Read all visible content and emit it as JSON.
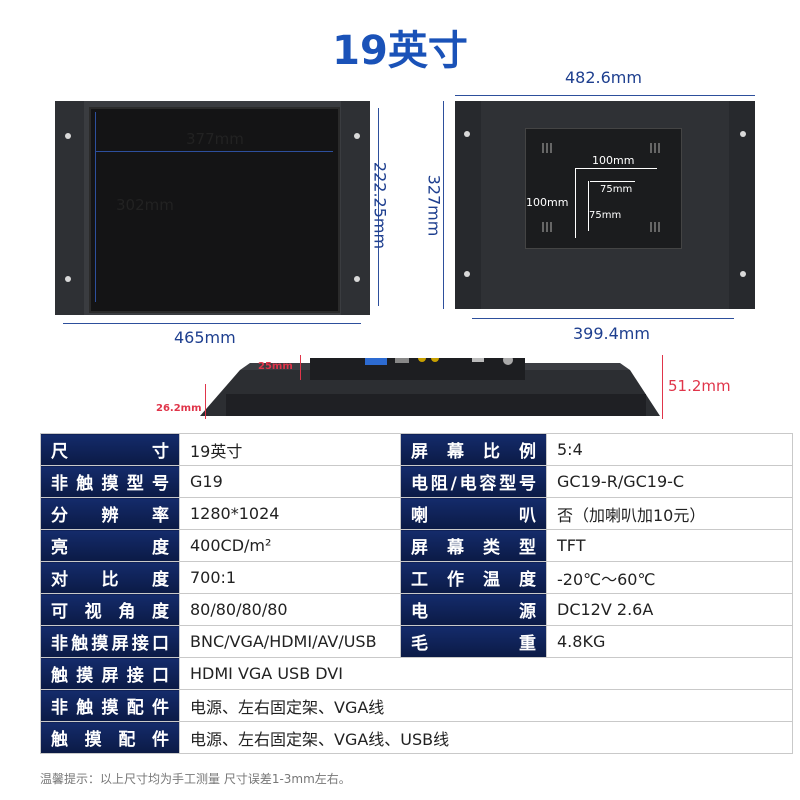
{
  "title": "19英寸",
  "front": {
    "width_dim": "377mm",
    "height_dim": "302mm",
    "side_dim": "222.25mm",
    "bottom_dim": "465mm"
  },
  "back": {
    "top_dim": "482.6mm",
    "left_dim": "327mm",
    "bottom_dim": "399.4mm",
    "vesa_h1": "100mm",
    "vesa_h2": "75mm",
    "vesa_v1": "100mm",
    "vesa_v2": "75mm"
  },
  "side": {
    "depth1": "25mm",
    "depth2": "26.2mm",
    "depth3": "51.2mm"
  },
  "specs": [
    {
      "k1": "尺寸",
      "v1": "19英寸",
      "k2": "屏幕比例",
      "v2": "5:4"
    },
    {
      "k1": "非触摸型号",
      "v1": "G19",
      "k2": "电阻/电容型号",
      "v2": "GC19-R/GC19-C"
    },
    {
      "k1": "分辨率",
      "v1": "1280*1024",
      "k2": "喇叭",
      "v2": "否（加喇叭加10元）"
    },
    {
      "k1": "亮度",
      "v1": "400CD/m²",
      "k2": "屏幕类型",
      "v2": "TFT"
    },
    {
      "k1": "对比度",
      "v1": "700:1",
      "k2": "工作温度",
      "v2": "-20℃～60℃"
    },
    {
      "k1": "可视角度",
      "v1": "80/80/80/80",
      "k2": "电源",
      "v2": "DC12V  2.6A"
    },
    {
      "k1": "非触摸屏接口",
      "v1": "BNC/VGA/HDMI/AV/USB",
      "k2": "毛重",
      "v2": "4.8KG"
    }
  ],
  "wide_specs": [
    {
      "k": "触摸屏接口",
      "v": "HDMI  VGA  USB  DVI"
    },
    {
      "k": "非触摸配件",
      "v": "电源、左右固定架、VGA线"
    },
    {
      "k": "触摸配件",
      "v": "电源、左右固定架、VGA线、USB线"
    }
  ],
  "note": "温馨提示：以上尺寸均为手工测量   尺寸误差1-3mm左右。"
}
